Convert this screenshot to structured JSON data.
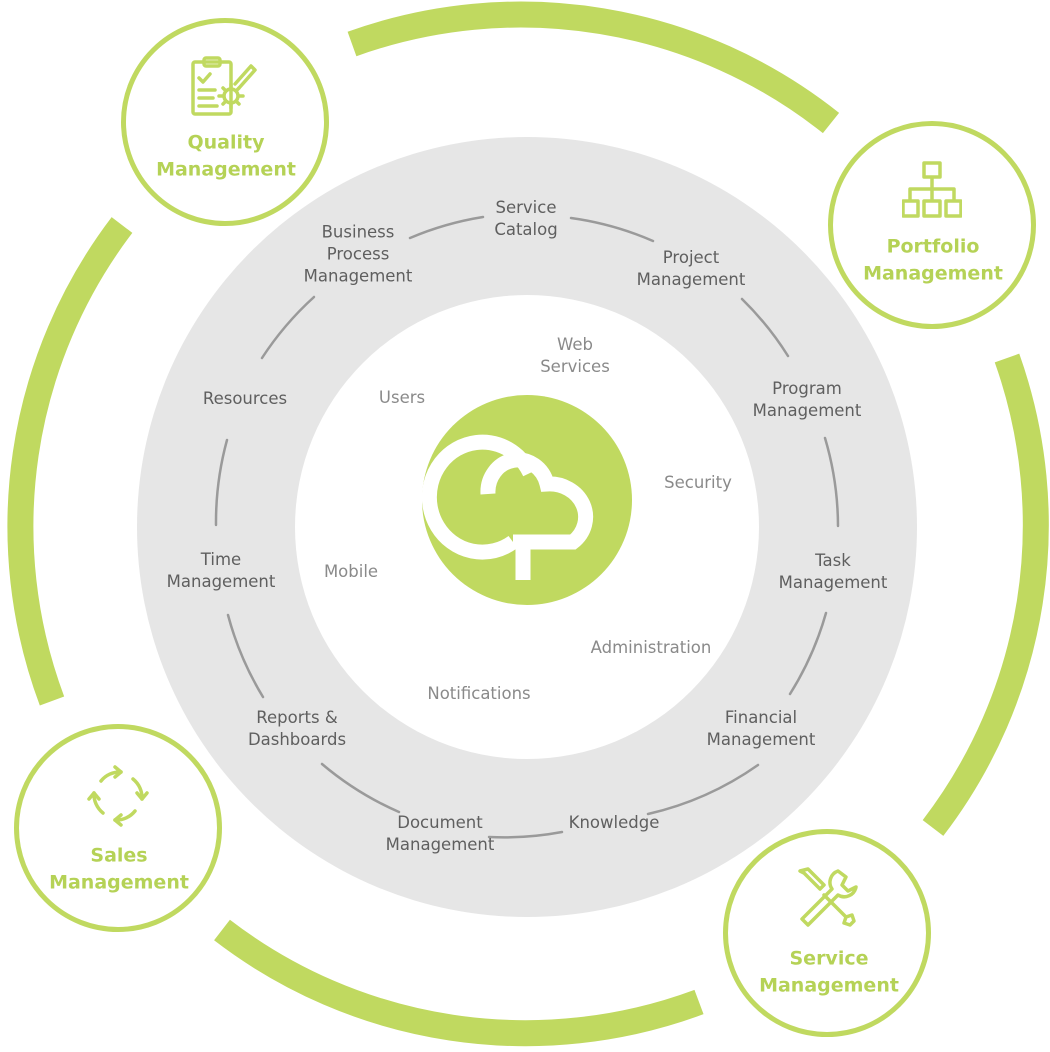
{
  "colors": {
    "accent": "#c0d960",
    "accent_text": "#b5d256",
    "ring_fill": "#e6e6e6",
    "connector": "#9a9a9a",
    "ring_text": "#5f5f5f",
    "inner_text": "#8a8a8a"
  },
  "center_logo": {
    "icon": "gb-logo-icon"
  },
  "outer_modules": [
    {
      "lines": [
        "Quality",
        "Management"
      ],
      "icon": "clipboard-gear-icon"
    },
    {
      "lines": [
        "Portfolio",
        "Management"
      ],
      "icon": "hierarchy-icon"
    },
    {
      "lines": [
        "Service",
        "Management"
      ],
      "icon": "wrench-screwdriver-icon"
    },
    {
      "lines": [
        "Sales",
        "Management"
      ],
      "icon": "refresh-cycle-icon"
    }
  ],
  "ring_modules": [
    {
      "lines": [
        "Service",
        "Catalog"
      ]
    },
    {
      "lines": [
        "Project",
        "Management"
      ]
    },
    {
      "lines": [
        "Program",
        "Management"
      ]
    },
    {
      "lines": [
        "Task",
        "Management"
      ]
    },
    {
      "lines": [
        "Financial",
        "Management"
      ]
    },
    {
      "lines": [
        "Knowledge"
      ]
    },
    {
      "lines": [
        "Document",
        "Management"
      ]
    },
    {
      "lines": [
        "Reports &",
        "Dashboards"
      ]
    },
    {
      "lines": [
        "Time",
        "Management"
      ]
    },
    {
      "lines": [
        "Resources"
      ]
    },
    {
      "lines": [
        "Business",
        "Process",
        "Management"
      ]
    }
  ],
  "core_features": [
    {
      "lines": [
        "Web",
        "Services"
      ]
    },
    {
      "lines": [
        "Users"
      ]
    },
    {
      "lines": [
        "Security"
      ]
    },
    {
      "lines": [
        "Mobile"
      ]
    },
    {
      "lines": [
        "Administration"
      ]
    },
    {
      "lines": [
        "Notifications"
      ]
    }
  ]
}
